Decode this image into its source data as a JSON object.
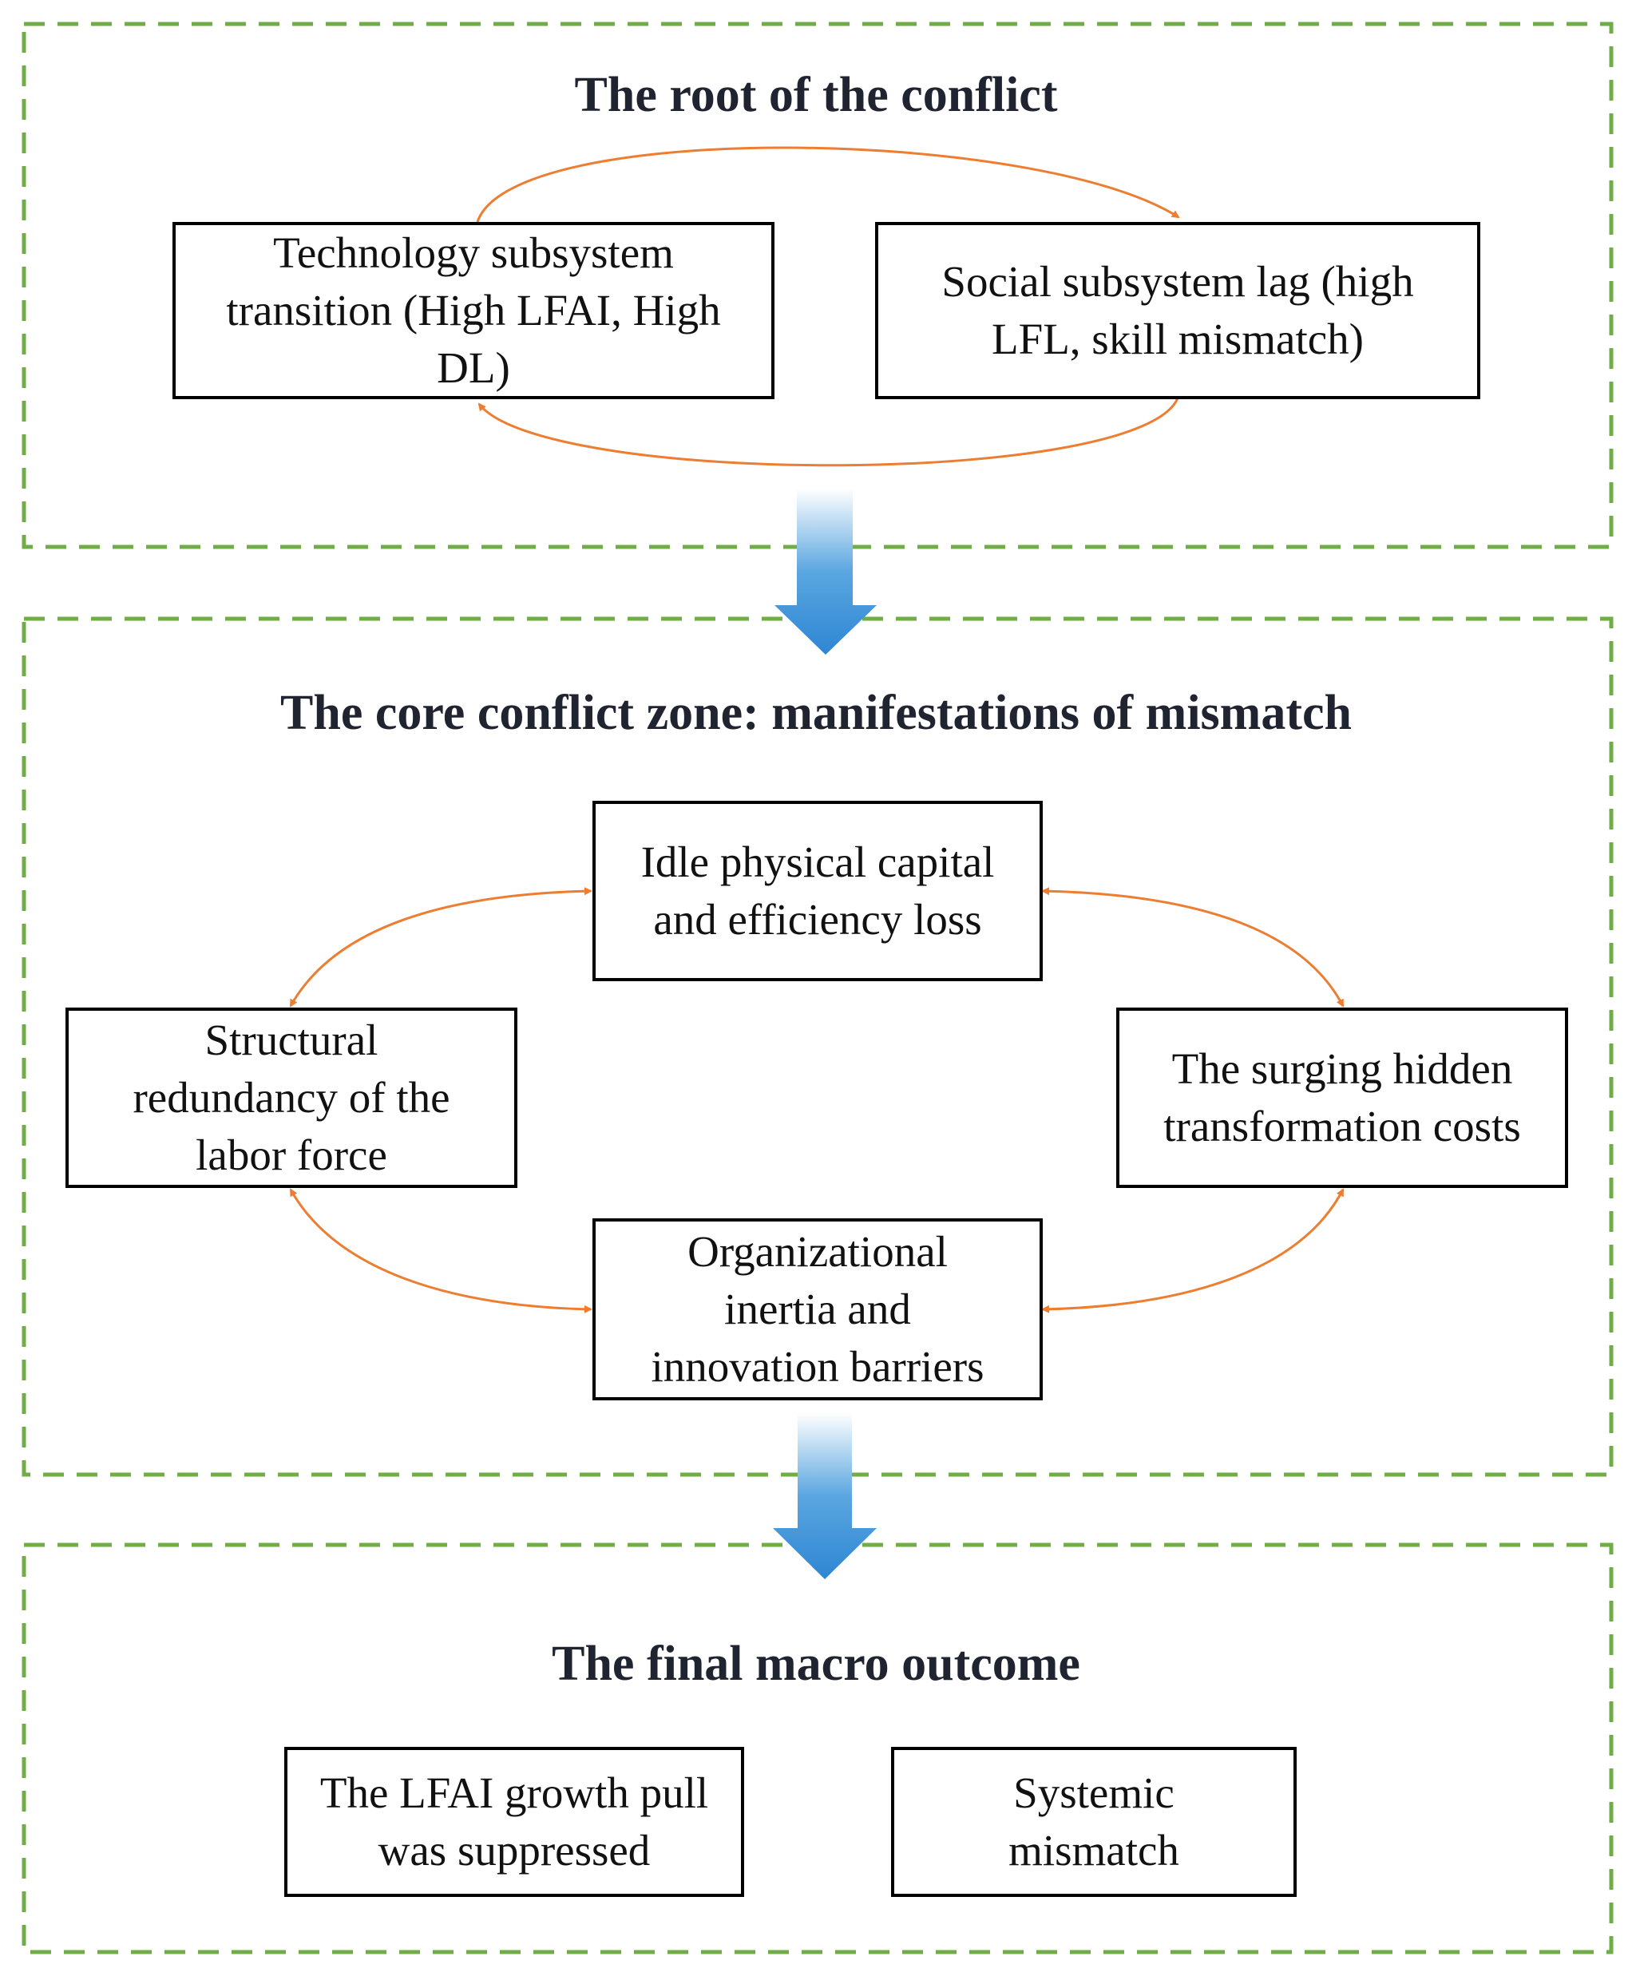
{
  "sections": {
    "root": {
      "title": "The root of the conflict",
      "tech_box": "Technology subsystem transition (High LFAI, High DL)",
      "social_box": "Social subsystem lag (high LFL, skill mismatch)"
    },
    "core": {
      "title": "The core conflict zone: manifestations of mismatch",
      "idle_box": "Idle physical capital and efficiency loss",
      "labor_box": "Structural redundancy of the labor force",
      "costs_box": "The surging hidden transformation costs",
      "inertia_box": "Organizational inertia and innovation barriers"
    },
    "outcome": {
      "title": "The final macro outcome",
      "lfai_box": "The LFAI growth pull was suppressed",
      "systemic_box": "Systemic mismatch"
    }
  },
  "colors": {
    "dashed_border": "#70ad47",
    "arrow_orange": "#ed7d31",
    "flow_arrow_blue": "#2e86d3",
    "box_border": "#000000"
  }
}
